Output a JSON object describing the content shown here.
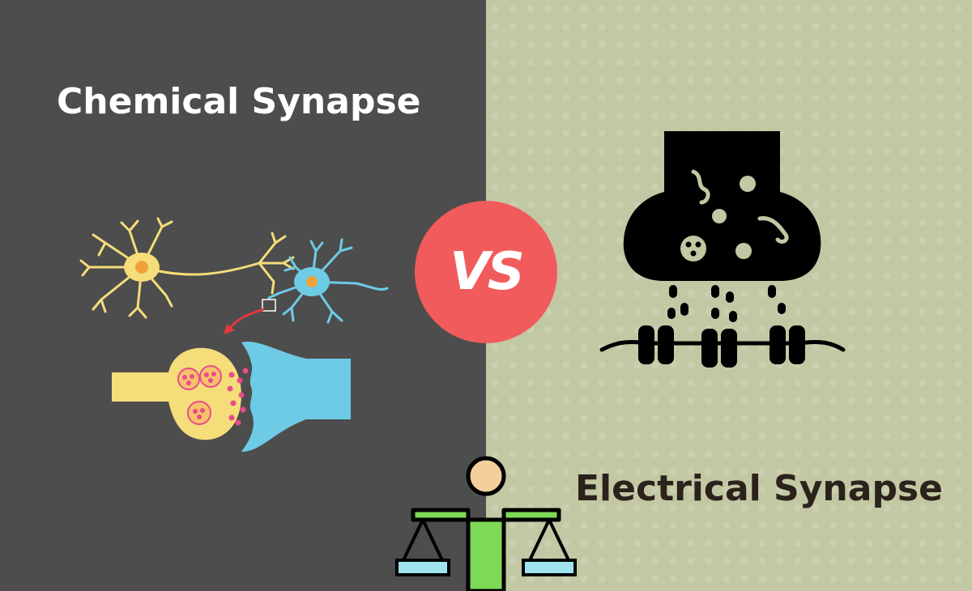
{
  "left": {
    "title": "Chemical Synapse"
  },
  "right": {
    "title": "Electrical Synapse"
  },
  "badge": {
    "label": "VS"
  },
  "colors": {
    "left_bg": "#4d4d4d",
    "right_bg": "#c2c8a3",
    "badge": "#f25b5b",
    "neuron_yellow": "#f5dd79",
    "neuron_blue": "#6ecbe6",
    "vesicle_pink": "#e84c8b",
    "arrow_red": "#e23b3b",
    "scale_green": "#7ed957",
    "electrical_icon": "#000000"
  },
  "icons": [
    "neuron-pair-illustration",
    "chemical-synapse-illustration",
    "electrical-synapse-icon",
    "balance-scale-person-icon"
  ]
}
